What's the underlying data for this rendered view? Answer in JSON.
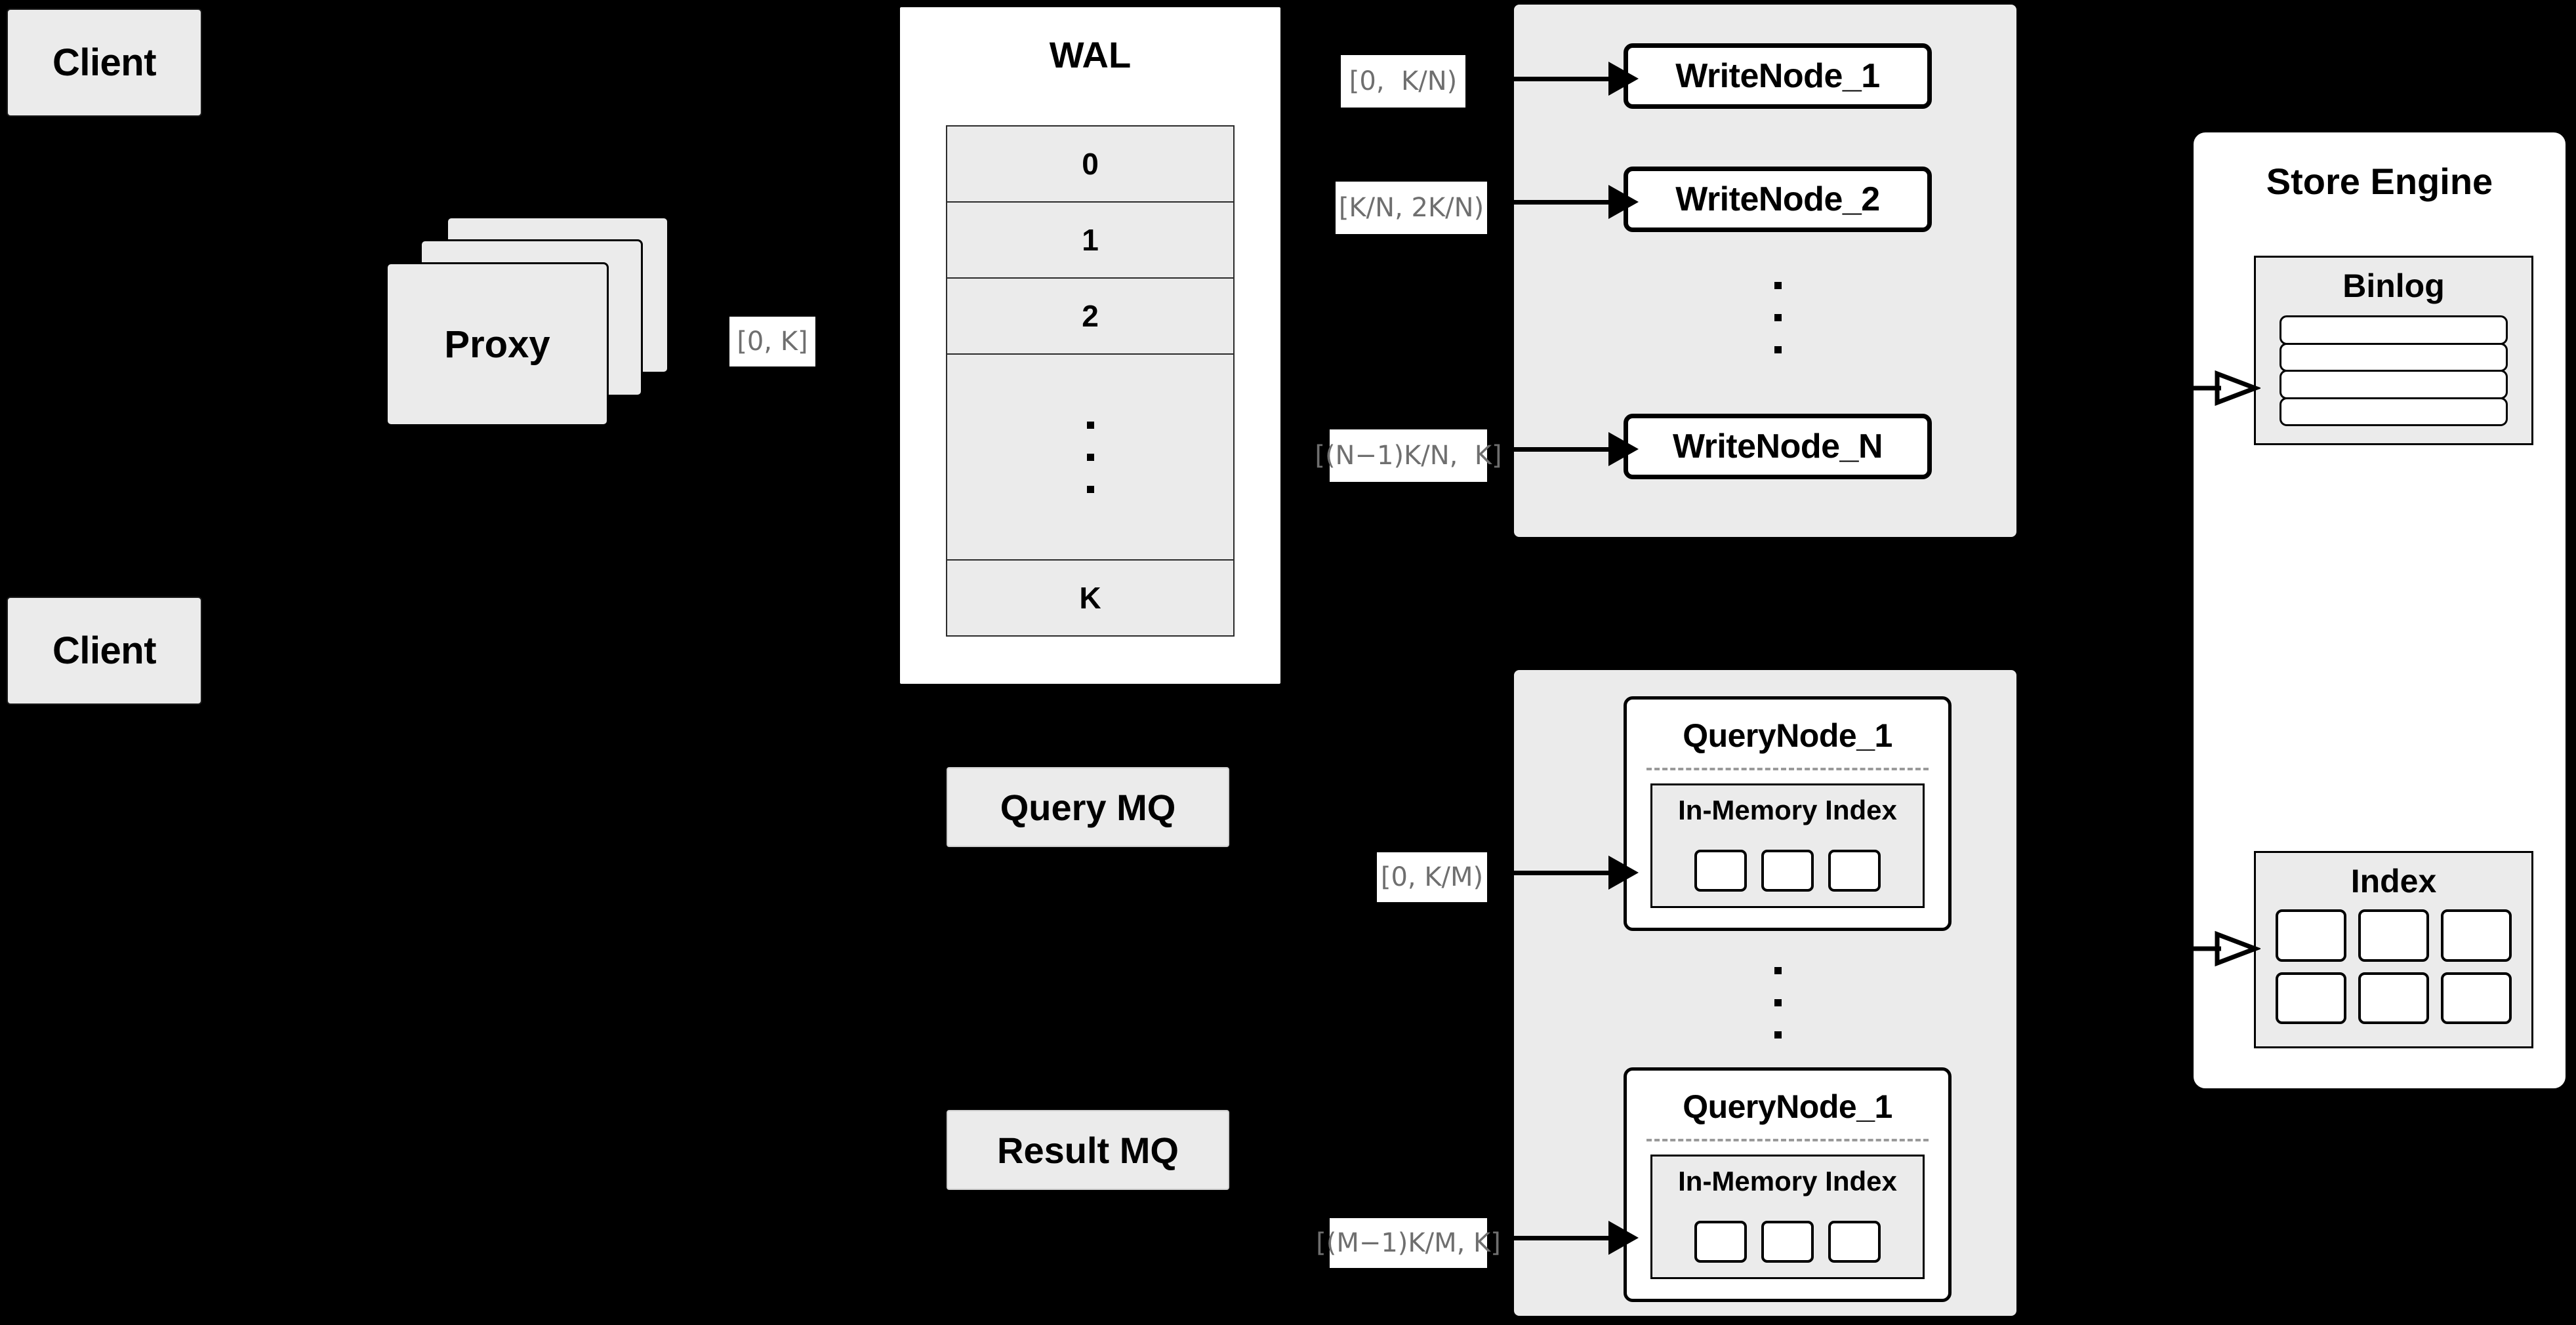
{
  "diagram": {
    "title": "Distributed Vector Database Write/Query Architecture",
    "colors": {
      "background": "#000000",
      "panel_fill": "#ffffff",
      "box_fill": "#ebebeb",
      "stroke": "#000000",
      "label_text": "#6f6f6f",
      "dashed_separator": "#9a9a9a"
    }
  },
  "clients": [
    {
      "label": "Client"
    },
    {
      "label": "Client"
    }
  ],
  "proxy": {
    "label": "Proxy",
    "stack_count": 3
  },
  "wal": {
    "title": "WAL",
    "rows": [
      "0",
      "1",
      "2",
      "⋮",
      "K"
    ],
    "ellipsis_dots": 3
  },
  "mq": [
    {
      "label": "Query MQ",
      "name": "query-mq"
    },
    {
      "label": "Result MQ",
      "name": "result-mq"
    }
  ],
  "write_cluster": {
    "name": "write-node-cluster",
    "nodes": [
      {
        "label": "WriteNode_1"
      },
      {
        "label": "WriteNode_2"
      },
      {
        "label": "WriteNode_N"
      }
    ],
    "ellipsis_dots": 3,
    "edge_labels": [
      "[0,  K/N)",
      "[K/N, 2K/N)",
      "[(N−1)K/N,  K]"
    ]
  },
  "query_cluster": {
    "name": "query-node-cluster",
    "nodes": [
      {
        "title": "QueryNode_1",
        "inner": {
          "title": "In-Memory Index",
          "cell_count": 3
        }
      },
      {
        "title": "QueryNode_1",
        "inner": {
          "title": "In-Memory Index",
          "cell_count": 3
        }
      }
    ],
    "ellipsis_dots": 3,
    "edge_labels": [
      "[0, K/M)",
      "[(M−1)K/M, K]"
    ]
  },
  "store_engine": {
    "title": "Store Engine",
    "binlog": {
      "title": "Binlog",
      "row_count": 4
    },
    "index": {
      "title": "Index",
      "cell_count": 6,
      "columns": 3,
      "rows": 2
    }
  },
  "proxy_edge_label": "[0, K]"
}
